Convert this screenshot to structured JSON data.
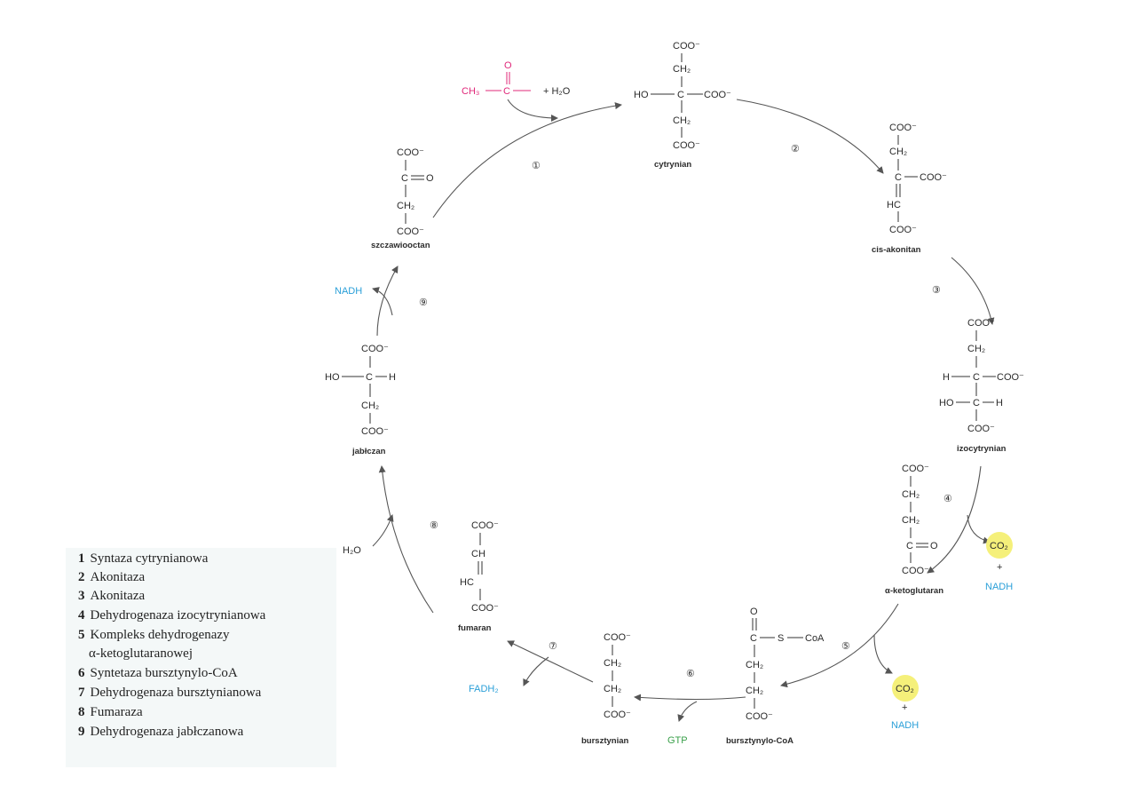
{
  "diagram": {
    "acetyl": {
      "o": "O",
      "ch3": "CH₃",
      "c": "C",
      "plus_water": "+ H₂O"
    },
    "cytrynian": {
      "name": "cytrynian",
      "coo_top": "COO⁻",
      "ch2a": "CH₂",
      "ho": "HO",
      "c": "C",
      "coo_right": "COO⁻",
      "ch2b": "CH₂",
      "coo_bottom": "COO⁻"
    },
    "cis_akonitan": {
      "name": "cis-akonitan",
      "coo_top": "COO⁻",
      "ch2": "CH₂",
      "c": "C",
      "coo_right": "COO⁻",
      "hc": "HC",
      "coo_bottom": "COO⁻"
    },
    "izocytrynian": {
      "name": "izocytrynian",
      "coo_top": "COO⁻",
      "ch2": "CH₂",
      "h": "H",
      "c1": "C",
      "coo_right": "COO⁻",
      "ho": "HO",
      "c2": "C",
      "h2": "H",
      "coo_bottom": "COO⁻"
    },
    "ketoglutaran": {
      "name": "α-ketoglutaran",
      "coo_top": "COO⁻",
      "ch2a": "CH₂",
      "ch2b": "CH₂",
      "c": "C",
      "o": "O",
      "coo_bottom": "COO⁻"
    },
    "bursztynylo_coa": {
      "name": "bursztynylo-CoA",
      "o": "O",
      "c": "C",
      "s": "S",
      "coa": "CoA",
      "ch2a": "CH₂",
      "ch2b": "CH₂",
      "coo_bottom": "COO⁻"
    },
    "bursztynian": {
      "name": "bursztynian",
      "coo_top": "COO⁻",
      "ch2a": "CH₂",
      "ch2b": "CH₂",
      "coo_bottom": "COO⁻"
    },
    "fumaran": {
      "name": "fumaran",
      "coo_top": "COO⁻",
      "ch": "CH",
      "hc": "HC",
      "coo_bottom": "COO⁻"
    },
    "jablczan": {
      "name": "jabłczan",
      "coo_top": "COO⁻",
      "ho": "HO",
      "c": "C",
      "h": "H",
      "ch2": "CH₂",
      "coo_bottom": "COO⁻"
    },
    "szczawiooctan": {
      "name": "szczawiooctan",
      "coo_top": "COO⁻",
      "c": "C",
      "o": "O",
      "ch2": "CH₂",
      "coo_bottom": "COO⁻"
    },
    "byproducts": {
      "co2_a": "CO₂",
      "plus_a": "+",
      "nadh_a": "NADH",
      "co2_b": "CO₂",
      "plus_b": "+",
      "nadh_b": "NADH",
      "gtp": "GTP",
      "fadh2": "FADH₂",
      "water": "H₂O",
      "nadh_c": "NADH"
    },
    "step_numbers": [
      "①",
      "②",
      "③",
      "④",
      "⑤",
      "⑥",
      "⑦",
      "⑧",
      "⑨"
    ],
    "colors": {
      "nadh": "#2a9fd8",
      "gtp": "#3aa04a",
      "acetyl": "#e0287a",
      "co2_highlight": "#f5f07a"
    }
  },
  "legend": [
    {
      "n": "1",
      "label": "Syntaza cytrynianowa"
    },
    {
      "n": "2",
      "label": "Akonitaza"
    },
    {
      "n": "3",
      "label": "Akonitaza"
    },
    {
      "n": "4",
      "label": "Dehydrogenaza izocytrynianowa"
    },
    {
      "n": "5",
      "label": "Kompleks dehydrogenazy"
    },
    {
      "n": "",
      "label": "α-ketoglutaranowej"
    },
    {
      "n": "6",
      "label": "Syntetaza bursztynylo-CoA"
    },
    {
      "n": "7",
      "label": "Dehydrogenaza bursztynianowa"
    },
    {
      "n": "8",
      "label": "Fumaraza"
    },
    {
      "n": "9",
      "label": "Dehydrogenaza jabłczanowa"
    }
  ]
}
